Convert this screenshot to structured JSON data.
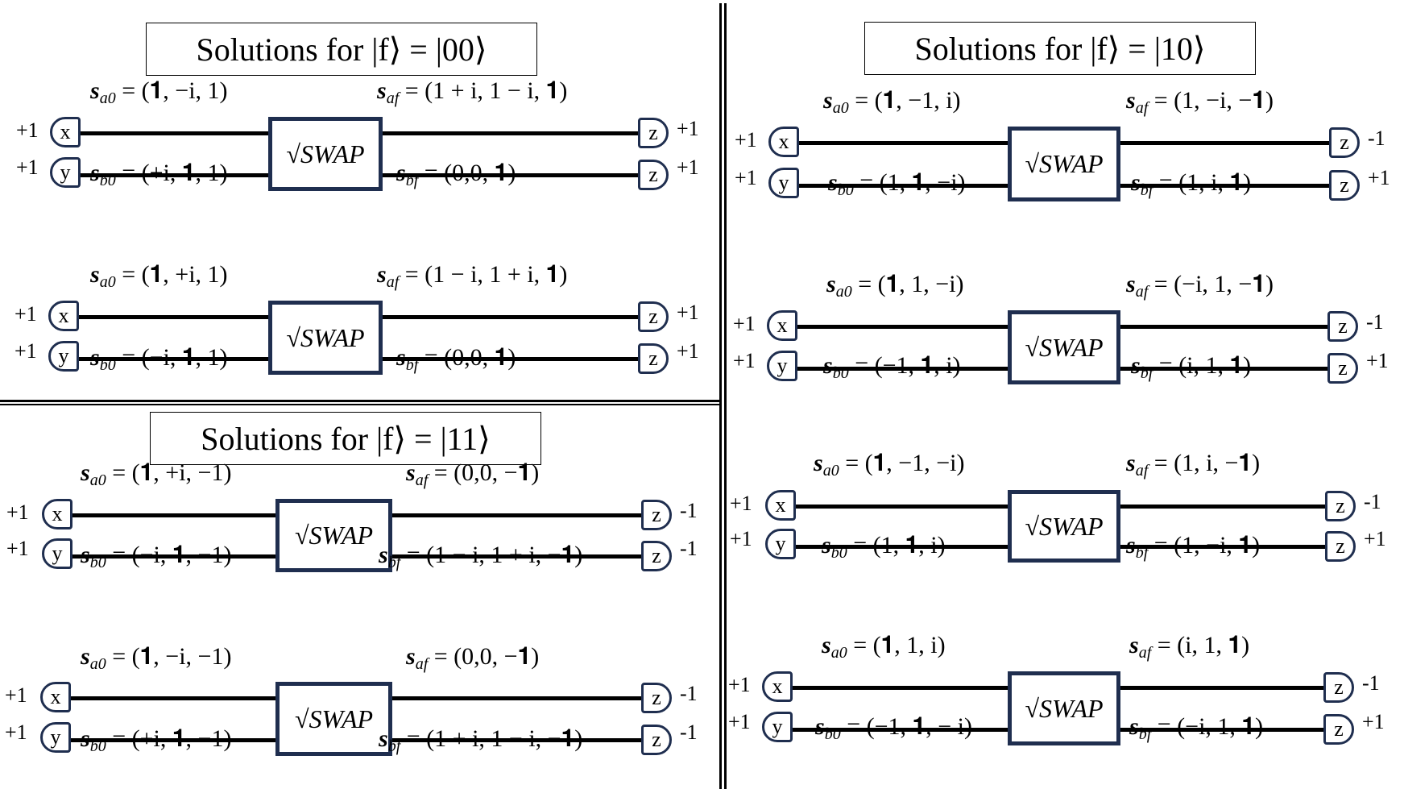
{
  "panels": {
    "p00": {
      "title": "Solutions for  |f⟩ =  |00⟩"
    },
    "p10": {
      "title": "Solutions for  |f⟩ =  |10⟩"
    },
    "p11": {
      "title": "Solutions for  |f⟩ =  |11⟩"
    }
  },
  "gate_label": "√SWAP",
  "inputs": {
    "x": "x",
    "y": "y",
    "z": "z"
  },
  "circuits": [
    {
      "in_a": "+1",
      "in_b": "+1",
      "out_a": "+1",
      "out_b": "+1",
      "sa0": "= (𝟏, −i, 1)",
      "sb0": "= (+i, 𝟏, 1)",
      "saf": "= (1 + i, 1 − i, 𝟏)",
      "sbf": "= (0,0, 𝟏)"
    },
    {
      "in_a": "+1",
      "in_b": "+1",
      "out_a": "+1",
      "out_b": "+1",
      "sa0": "= (𝟏, +i, 1)",
      "sb0": "= (−i, 𝟏, 1)",
      "saf": "= (1 − i, 1 + i, 𝟏)",
      "sbf": "= (0,0, 𝟏)"
    },
    {
      "in_a": "+1",
      "in_b": "+1",
      "out_a": "-1",
      "out_b": "-1",
      "sa0": "= (𝟏, +i, −1)",
      "sb0": "= (−i, 𝟏, −1)",
      "saf": "= (0,0, −𝟏)",
      "sbf": "= (1 − i, 1 + i, −𝟏)"
    },
    {
      "in_a": "+1",
      "in_b": "+1",
      "out_a": "-1",
      "out_b": "-1",
      "sa0": "= (𝟏, −i, −1)",
      "sb0": "= (+i, 𝟏, −1)",
      "saf": "= (0,0, −𝟏)",
      "sbf": "= (1 + i, 1 − i, −𝟏)"
    },
    {
      "in_a": "+1",
      "in_b": "+1",
      "out_a": "-1",
      "out_b": "+1",
      "sa0": "= (𝟏, −1, i)",
      "sb0": "= (1, 𝟏, −i)",
      "saf": "= (1, −i, −𝟏)",
      "sbf": "= (1, i, 𝟏)"
    },
    {
      "in_a": "+1",
      "in_b": "+1",
      "out_a": "-1",
      "out_b": "+1",
      "sa0": "= (𝟏, 1, −i)",
      "sb0": "= (−1, 𝟏, i)",
      "saf": "= (−i, 1, −𝟏)",
      "sbf": "= (i, 1, 𝟏)"
    },
    {
      "in_a": "+1",
      "in_b": "+1",
      "out_a": "-1",
      "out_b": "+1",
      "sa0": "= (𝟏, −1, −i)",
      "sb0": "= (1, 𝟏, i)",
      "saf": "= (1, i, −𝟏)",
      "sbf": "= (1, −i, 𝟏)"
    },
    {
      "in_a": "+1",
      "in_b": "+1",
      "out_a": "-1",
      "out_b": "+1",
      "sa0": "= (𝟏, 1, i)",
      "sb0": "= (−1, 𝟏, − i)",
      "saf": "= (i, 1, 𝟏)",
      "sbf": "= (−i, 1, 𝟏)"
    }
  ],
  "symbols": {
    "s": "s",
    "a0": "a0",
    "b0": "b0",
    "af": "af",
    "bf": "bf"
  },
  "colors": {
    "gate_border": "#1f2e4f",
    "wire": "#000000"
  }
}
